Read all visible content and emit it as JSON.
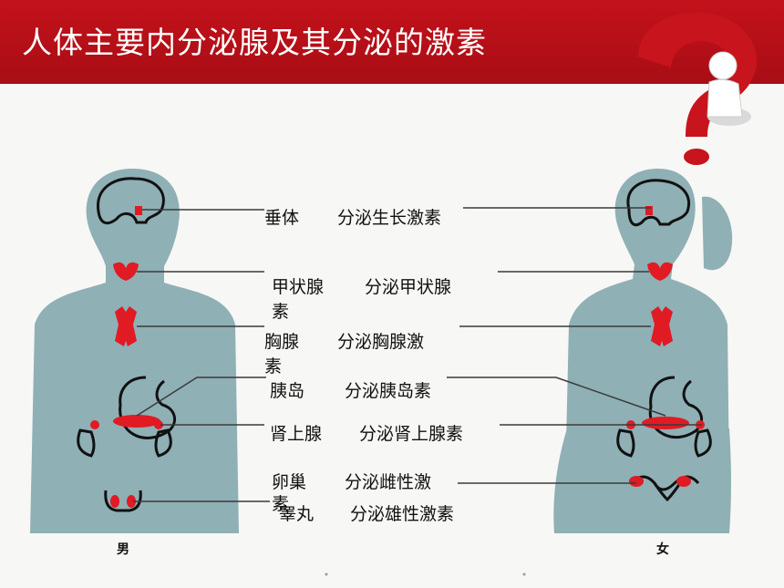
{
  "title": "人体主要内分泌腺及其分泌的激素",
  "labels": {
    "pituitary": "垂体",
    "pituitary_hormone": "分泌生长激素",
    "thyroid": "甲状腺",
    "thyroid_hormone": "分泌甲状腺",
    "thyroid_hormone_wrap": "素",
    "thymus": "胸腺",
    "thymus_hormone": "分泌胸腺激",
    "thymus_hormone_wrap": "素",
    "islet": "胰岛",
    "islet_hormone": "分泌胰岛素",
    "adrenal": "肾上腺",
    "adrenal_hormone": "分泌肾上腺素",
    "ovary": "卵巢",
    "ovary_hormone": "分泌雌性激",
    "ovary_hormone_wrap": "素",
    "testis": "睾丸",
    "testis_hormone": "分泌雄性激素"
  },
  "genders": {
    "male": "男",
    "female": "女"
  },
  "colors": {
    "banner": "#b5111a",
    "body": "#8fb0b5",
    "gland": "#e01b24",
    "line": "#3a3a3a",
    "question_mark": "#c8141c"
  }
}
